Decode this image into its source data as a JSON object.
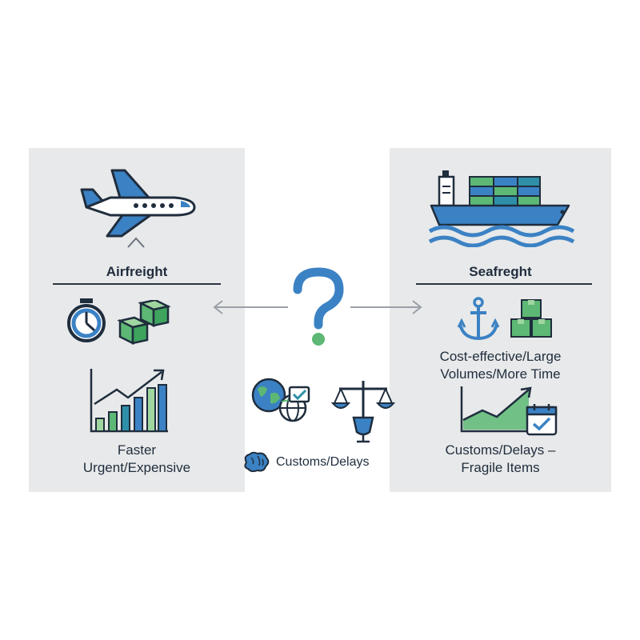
{
  "colors": {
    "panel": "#e8e9ea",
    "ink": "#1f2d3d",
    "blue": "#3b82c4",
    "teal": "#2f8fa8",
    "green": "#5cb874",
    "light_green": "#9fd6a0",
    "arrow": "#9aa0a6"
  },
  "left_panel": {
    "title": "Airfreight",
    "caption_line1": "Faster",
    "caption_line2": "Urgent/Expensive",
    "icons": [
      "airplane-icon",
      "stopwatch-icon",
      "boxes-icon",
      "growth-chart-icon"
    ]
  },
  "right_panel": {
    "title": "Seafreght",
    "caption_top_line1": "Cost-effective/Large",
    "caption_top_line2": "Volumes/More Time",
    "caption_bottom_line1": "Customs/Delays –",
    "caption_bottom_line2": "Fragile Items",
    "icons": [
      "cargo-ship-icon",
      "anchor-icon",
      "stacked-boxes-icon",
      "area-chart-icon",
      "calendar-check-icon"
    ]
  },
  "center": {
    "symbol": "?",
    "caption": "Customs/Delays",
    "icons": [
      "question-mark-icon",
      "globe-icon",
      "scales-icon",
      "brain-icon"
    ]
  }
}
